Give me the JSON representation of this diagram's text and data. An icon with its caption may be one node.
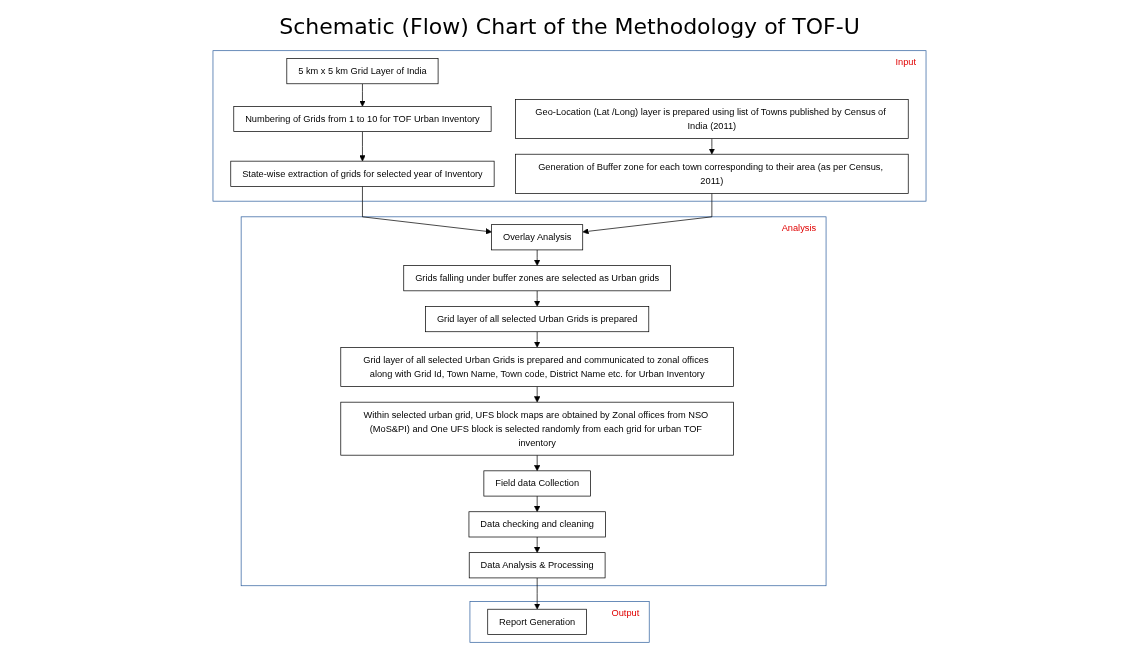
{
  "diagram": {
    "title": "Schematic (Flow) Chart of the Methodology of TOF-U",
    "nodes": [
      {
        "text": [
          "Input"
        ]
      },
      {
        "text": [
          "5 km x 5 km Grid Layer of India"
        ],
        "in": 0
      },
      {
        "text": [
          "Numbering of Grids from 1 to 10 for TOF Urban Inventory"
        ],
        "in": 0
      },
      {
        "text": [
          "State-wise extraction of grids for selected year of Inventory"
        ],
        "in": 0
      },
      {
        "text": [
          "Geo-Location (Lat /Long) layer is prepared using list of Towns published by Census of India (2011)"
        ],
        "in": 0
      },
      {
        "text": [
          "Generation of Buffer zone for each town corresponding to their area (as per Census, 2011)"
        ],
        "in": 0
      },
      {
        "text": [
          "Analysis"
        ]
      },
      {
        "text": [
          "Overlay Analysis"
        ],
        "in": 6
      },
      {
        "text": [
          "Grids falling under buffer zones are selected as Urban grids"
        ],
        "in": 6
      },
      {
        "text": [
          "Grid layer of all selected Urban Grids is prepared"
        ],
        "in": 6
      },
      {
        "text": [
          "Grid layer of all selected Urban Grids is prepared and communicated to zonal offices along with Grid Id, Town Name, Town code, District Name etc. for Urban Inventory"
        ],
        "in": 6
      },
      {
        "text": [
          "Within selected urban grid, UFS block maps are obtained by Zonal offices from NSO (MoS&PI) and One UFS block is selected randomly from each grid for urban TOF inventory"
        ],
        "in": 6
      },
      {
        "text": [
          "Field data Collection"
        ],
        "in": 6
      },
      {
        "text": [
          "Data checking and cleaning"
        ],
        "in": 6
      },
      {
        "text": [
          "Data Analysis & Processing"
        ],
        "in": 6
      },
      {
        "text": [
          "Output"
        ]
      },
      {
        "text": [
          "Report Generation"
        ],
        "in": 15
      }
    ],
    "edges": [
      {
        "from": 1,
        "to": 2,
        "arrow": "to"
      },
      {
        "from": 2,
        "to": 3,
        "arrow": "to"
      },
      {
        "from": 4,
        "to": 5,
        "arrow": "to"
      },
      {
        "from": 3,
        "to": 7,
        "arrow": "to"
      },
      {
        "from": 5,
        "to": 7,
        "arrow": "to"
      },
      {
        "from": 7,
        "to": 8,
        "arrow": "to"
      },
      {
        "from": 8,
        "to": 9,
        "arrow": "to"
      },
      {
        "from": 9,
        "to": 10,
        "arrow": "to"
      },
      {
        "from": 10,
        "to": 11,
        "arrow": "to"
      },
      {
        "from": 11,
        "to": 12,
        "arrow": "to"
      },
      {
        "from": 12,
        "to": 13,
        "arrow": "to"
      },
      {
        "from": 13,
        "to": 14,
        "arrow": "to"
      },
      {
        "from": 14,
        "to": 16,
        "arrow": "to"
      }
    ]
  }
}
